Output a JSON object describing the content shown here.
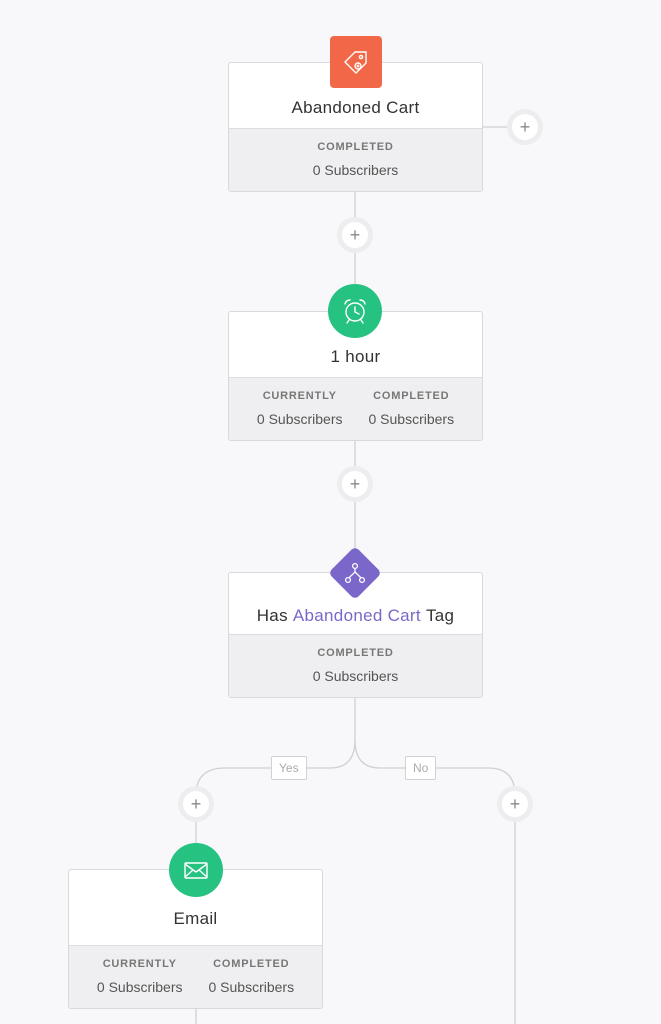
{
  "colors": {
    "trigger": "#f26748",
    "delay": "#26c281",
    "condition": "#7b67c9",
    "email": "#26c281",
    "accent_text": "#7a68c8"
  },
  "nodes": {
    "trigger": {
      "icon": "tag-icon",
      "title": "Abandoned Cart",
      "completed_label": "COMPLETED",
      "completed_value": "0 Subscribers"
    },
    "delay": {
      "icon": "alarm-clock-icon",
      "title": "1 hour",
      "currently_label": "CURRENTLY",
      "currently_value": "0 Subscribers",
      "completed_label": "COMPLETED",
      "completed_value": "0 Subscribers"
    },
    "condition": {
      "icon": "branch-icon",
      "title_prefix": "Has",
      "title_tag": "Abandoned Cart",
      "title_suffix": "Tag",
      "completed_label": "COMPLETED",
      "completed_value": "0 Subscribers"
    },
    "email": {
      "icon": "envelope-icon",
      "title": "Email",
      "currently_label": "CURRENTLY",
      "currently_value": "0 Subscribers",
      "completed_label": "COMPLETED",
      "completed_value": "0 Subscribers"
    }
  },
  "branches": {
    "yes_label": "Yes",
    "no_label": "No"
  },
  "add_step_symbol": "+"
}
